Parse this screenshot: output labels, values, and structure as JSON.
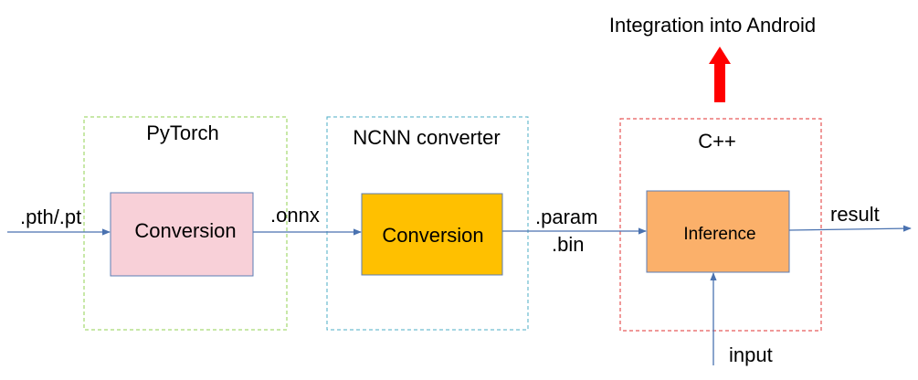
{
  "title": "Integration into Android",
  "groups": {
    "pytorch": {
      "label": "PyTorch",
      "border_color": "#92D050"
    },
    "ncnn": {
      "label": "NCNN converter",
      "border_color": "#4BACC6"
    },
    "cpp": {
      "label": "C++",
      "border_color": "#E03030"
    }
  },
  "nodes": {
    "pytorch_conversion": {
      "label": "Conversion",
      "fill": "#F8D0D8"
    },
    "ncnn_conversion": {
      "label": "Conversion",
      "fill": "#FFC000"
    },
    "inference": {
      "label": "Inference",
      "fill": "#FBB06A"
    }
  },
  "edges": {
    "input_model": {
      "label": ".pth/.pt"
    },
    "onnx": {
      "label": ".onnx"
    },
    "param": {
      "label": ".param"
    },
    "bin": {
      "label": ".bin"
    },
    "result": {
      "label": "result"
    },
    "input": {
      "label": "input"
    }
  },
  "colors": {
    "arrow": "#4A72B0",
    "node_border": "#5B7DB5",
    "integration_arrow": "#FF0000"
  },
  "icons": {
    "integration_arrow": "up-arrow-icon"
  }
}
